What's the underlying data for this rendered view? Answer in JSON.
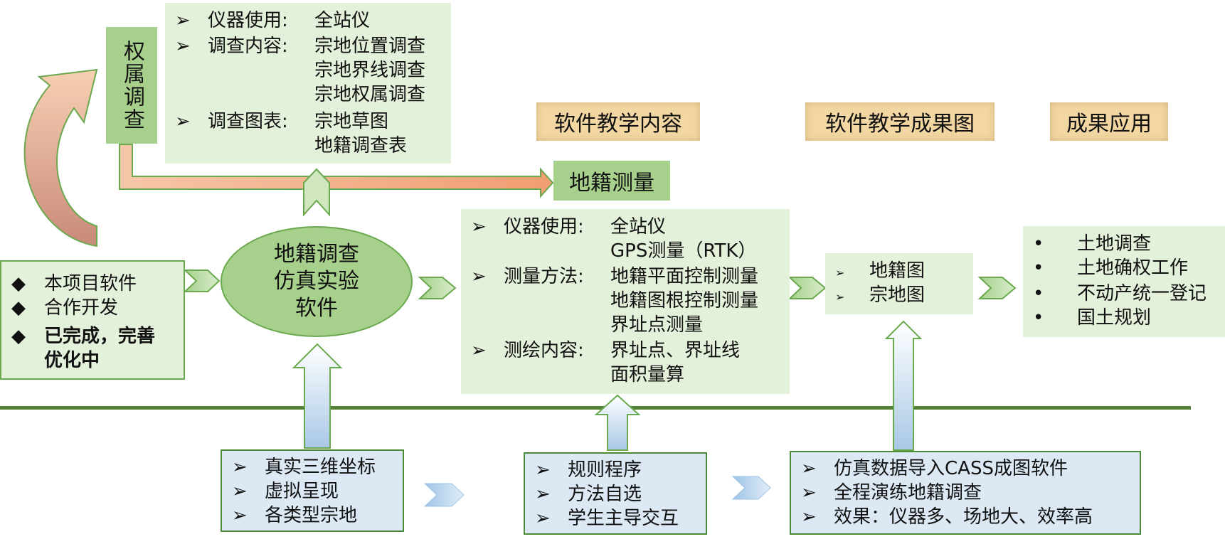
{
  "colors": {
    "green_dark": "#4f8f3a",
    "green_light": "#e3f0da",
    "green_mid": "#a6d08c",
    "orange": "#f4a27a",
    "tan": "#f2d7a3",
    "blue_light": "#dce9f5"
  },
  "ownership": {
    "title": "权属调查",
    "details": {
      "instrument_label": "仪器使用:",
      "instrument_value": "全站仪",
      "content_label": "调查内容:",
      "content_values": [
        "宗地位置调查",
        "宗地界线调查",
        "宗地权属调查"
      ],
      "charts_label": "调查图表:",
      "charts_values": [
        "宗地草图",
        "地籍调查表"
      ]
    }
  },
  "headers": {
    "teaching_content": "软件教学内容",
    "teaching_result": "软件教学成果图",
    "application": "成果应用"
  },
  "cadastral_survey": "地籍测量",
  "software": {
    "title_lines": [
      "地籍调查",
      "仿真实验",
      "软件"
    ],
    "status_items": [
      "本项目软件",
      "合作开发"
    ],
    "status_bold": [
      "已完成，完善",
      "优化中"
    ]
  },
  "survey_details": {
    "instrument_label": "仪器使用:",
    "instrument_values": [
      "全站仪",
      "GPS测量（RTK）"
    ],
    "method_label": "测量方法:",
    "method_values": [
      "地籍平面控制测量",
      "地籍图根控制测量",
      "界址点测量"
    ],
    "drawing_label": "测绘内容:",
    "drawing_values": [
      "界址点、界址线",
      "面积量算"
    ]
  },
  "results": [
    "地籍图",
    "宗地图"
  ],
  "applications": [
    "土地调查",
    "土地确权工作",
    "不动产统一登记",
    "国土规划"
  ],
  "features": {
    "box1": [
      "真实三维坐标",
      "虚拟呈现",
      "各类型宗地"
    ],
    "box2": [
      "规则程序",
      "方法自选",
      "学生主导交互"
    ],
    "box3": [
      "仿真数据导入CASS成图软件",
      "全程演练地籍调查",
      "效果：仪器多、场地大、效率高"
    ]
  },
  "icons": {
    "arrow_bullet": "arrowhead-bullet-icon",
    "diamond_bullet": "diamond-bullet-icon",
    "dot_bullet": "dot-bullet-icon"
  }
}
